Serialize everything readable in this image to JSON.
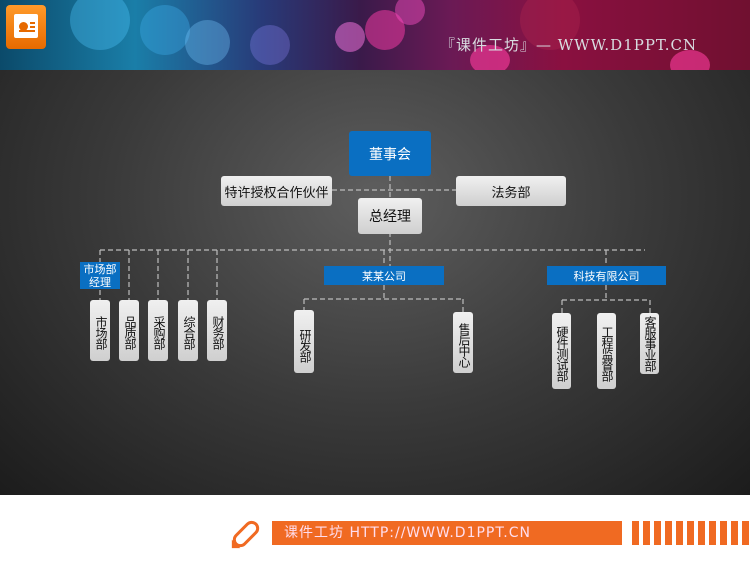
{
  "header": {
    "title": "『课件工坊』— WWW.D1PPT.CN",
    "logo_icon": "powerpoint-icon"
  },
  "org": {
    "board": "董事会",
    "partner": "特许授权合作伙伴",
    "legal": "法务部",
    "gm": "总经理",
    "market_manager": "市场部经理",
    "left_depts": [
      "市场部",
      "品质部",
      "采购部",
      "综合部",
      "财务部"
    ],
    "company_a": "某某公司",
    "company_a_depts": [
      "研发部",
      "售后中心"
    ],
    "company_b": "科技有限公司",
    "company_b_depts": [
      "硬件测试部",
      "工程监督部",
      "客服事业部"
    ]
  },
  "footer": {
    "text": "课件工坊 HTTP://WWW.D1PPT.CN",
    "icon": "pencil-icon"
  },
  "colors": {
    "blue": "#0a6fc2",
    "orange": "#f06a22"
  }
}
